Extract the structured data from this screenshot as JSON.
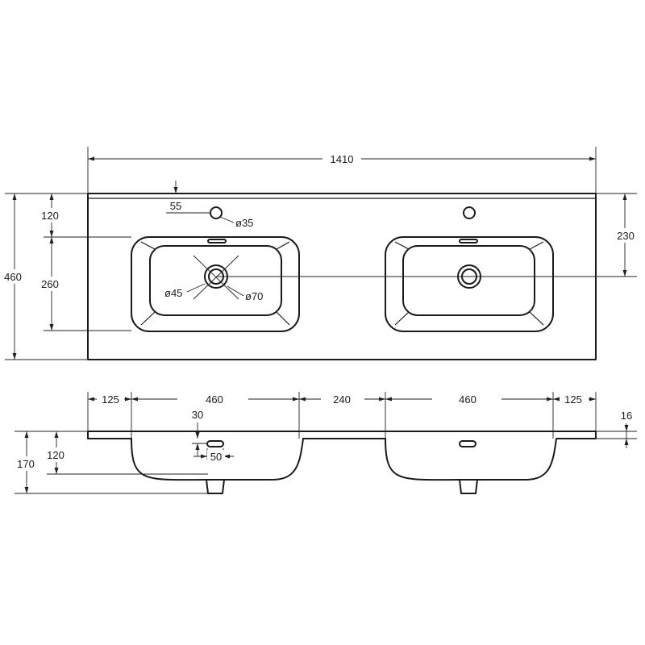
{
  "drawing": {
    "colors": {
      "line": "#1a1a1a",
      "background": "#ffffff"
    },
    "top_view": {
      "overall_width": "1410",
      "overall_depth": "460",
      "front_to_tap": "120",
      "tap_offset": "55",
      "tap_hole": "ø35",
      "bowl_depth": "260",
      "drain_inner": "ø45",
      "drain_outer": "ø70",
      "back_to_center": "230"
    },
    "side_view": {
      "edge_left": "125",
      "bowl_left": "460",
      "gap_between": "240",
      "bowl_right": "460",
      "edge_right": "125",
      "total_height": "170",
      "bowl_height": "120",
      "overflow_height": "30",
      "overflow_width": "50",
      "slab_thickness": "16"
    }
  }
}
